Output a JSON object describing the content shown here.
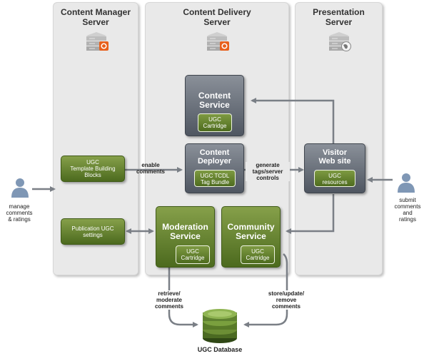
{
  "panels": {
    "content_manager": "Content Manager\nServer",
    "content_delivery": "Content Delivery\nServer",
    "presentation": "Presentation\nServer"
  },
  "boxes": {
    "content_service": {
      "title": "Content\nService",
      "inner": "UGC\nCartridge"
    },
    "content_deployer": {
      "title": "Content\nDeployer",
      "inner": "UGC TCDL\nTag Bundle"
    },
    "visitor_website": {
      "title": "Visitor\nWeb site",
      "inner": "UGC\nresources"
    },
    "moderation_service": {
      "title": "Moderation\nService",
      "inner": "UGC\nCartridge"
    },
    "community_service": {
      "title": "Community\nService",
      "inner": "UGC\nCartridge"
    },
    "template_blocks": {
      "title": "UGC\nTemplate Building\nBlocks"
    },
    "publication_settings": {
      "title": "Publication UGC\nsettings"
    }
  },
  "labels": {
    "enable_comments": "enable\ncomments",
    "generate_tags": "generate\ntags/server\ncontrols",
    "retrieve_moderate": "retrieve/\nmoderate\ncomments",
    "store_update_remove": "store/update/\nremove\ncomments",
    "manage_comments": "manage\ncomments\n& ratings",
    "submit_comments": "submit\ncomments\nand\nratings",
    "database": "UGC Database"
  },
  "icons": {
    "server_manager": "server-icon",
    "server_delivery": "server-icon",
    "server_presentation": "server-globe-icon",
    "person_left": "person-icon",
    "person_right": "person-icon",
    "database": "database-icon"
  },
  "colors": {
    "grey_box": "#4f5661",
    "green_box": "#4c6a1e",
    "arrow": "#7a7f86",
    "badge_orange": "#e8601c"
  }
}
